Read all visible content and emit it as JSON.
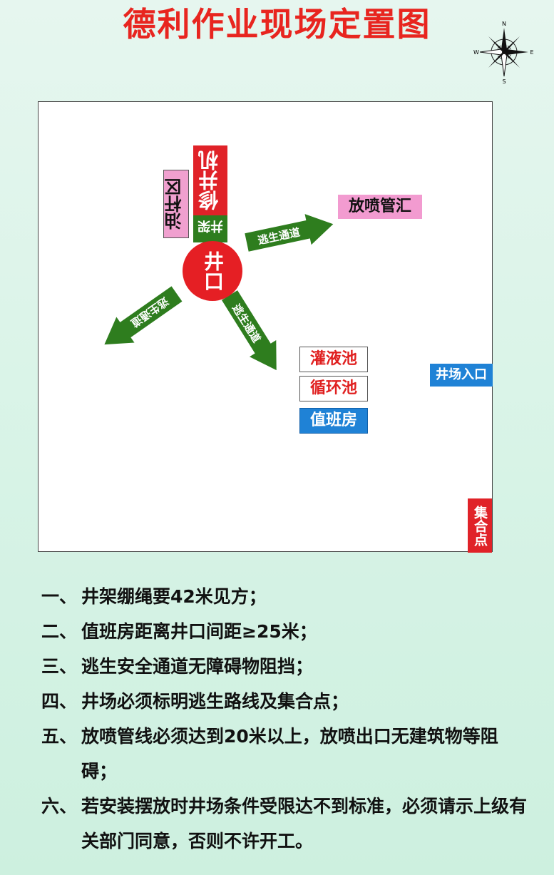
{
  "title": "德利作业现场定置图",
  "compass": {
    "n": "N",
    "s": "S",
    "e": "E",
    "w": "W"
  },
  "labels": {
    "oil_pipe_area": "油杆区",
    "repair_machine": "修井机",
    "derrick": "井架",
    "wellhead": "井口",
    "blowout_manifold": "放喷管汇",
    "irrigation_pool": "灌液池",
    "circulation_pool": "循环池",
    "duty_room": "值班房",
    "site_entrance": "井场入口",
    "assembly_point": "集合点"
  },
  "escape_route": "逃生通道",
  "colors": {
    "red": "#e51f24",
    "green": "#2e7d1e",
    "blue": "#1f82d6",
    "pink": "#f0a0cf"
  },
  "notes": [
    {
      "num": "一、",
      "text": "井架绷绳要42米见方；"
    },
    {
      "num": "二、",
      "text": "值班房距离井口间距≥25米；"
    },
    {
      "num": "三、",
      "text": "逃生安全通道无障碍物阻挡；"
    },
    {
      "num": "四、",
      "text": "井场必须标明逃生路线及集合点；"
    },
    {
      "num": "五、",
      "text": "放喷管线必须达到20米以上，放喷出口无建筑物等阻碍；"
    },
    {
      "num": "六、",
      "text": "若安装摆放时井场条件受限达不到标准，必须请示上级有关部门同意，否则不许开工。"
    }
  ]
}
